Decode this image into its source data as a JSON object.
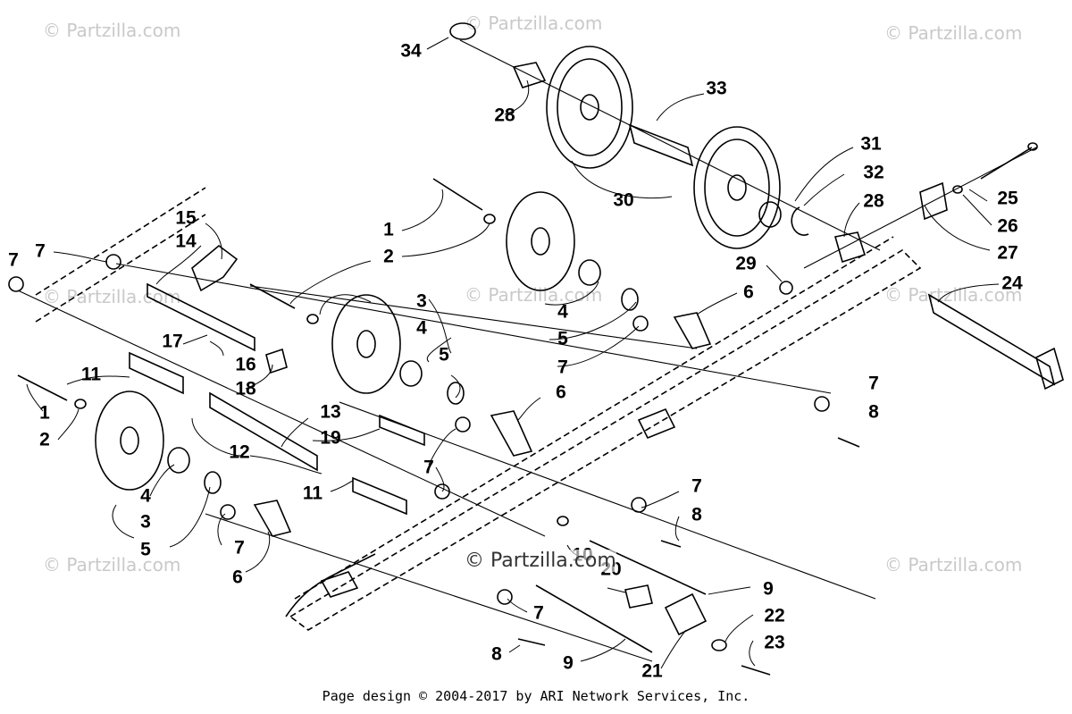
{
  "watermarks": {
    "brand": "© Partzilla.com",
    "center": "© Partzilla.com"
  },
  "footer": "Page design © 2004-2017 by ARI Network Services, Inc.",
  "callouts": [
    "34",
    "28",
    "33",
    "31",
    "32",
    "28",
    "30",
    "25",
    "26",
    "27",
    "1",
    "2",
    "15",
    "14",
    "7",
    "7",
    "29",
    "6",
    "24",
    "3",
    "4",
    "5",
    "17",
    "16",
    "18",
    "4",
    "5",
    "7",
    "11",
    "6",
    "7",
    "8",
    "1",
    "2",
    "13",
    "19",
    "12",
    "7",
    "11",
    "4",
    "3",
    "5",
    "7",
    "7",
    "8",
    "6",
    "10",
    "20",
    "9",
    "7",
    "22",
    "23",
    "8",
    "9",
    "21"
  ]
}
